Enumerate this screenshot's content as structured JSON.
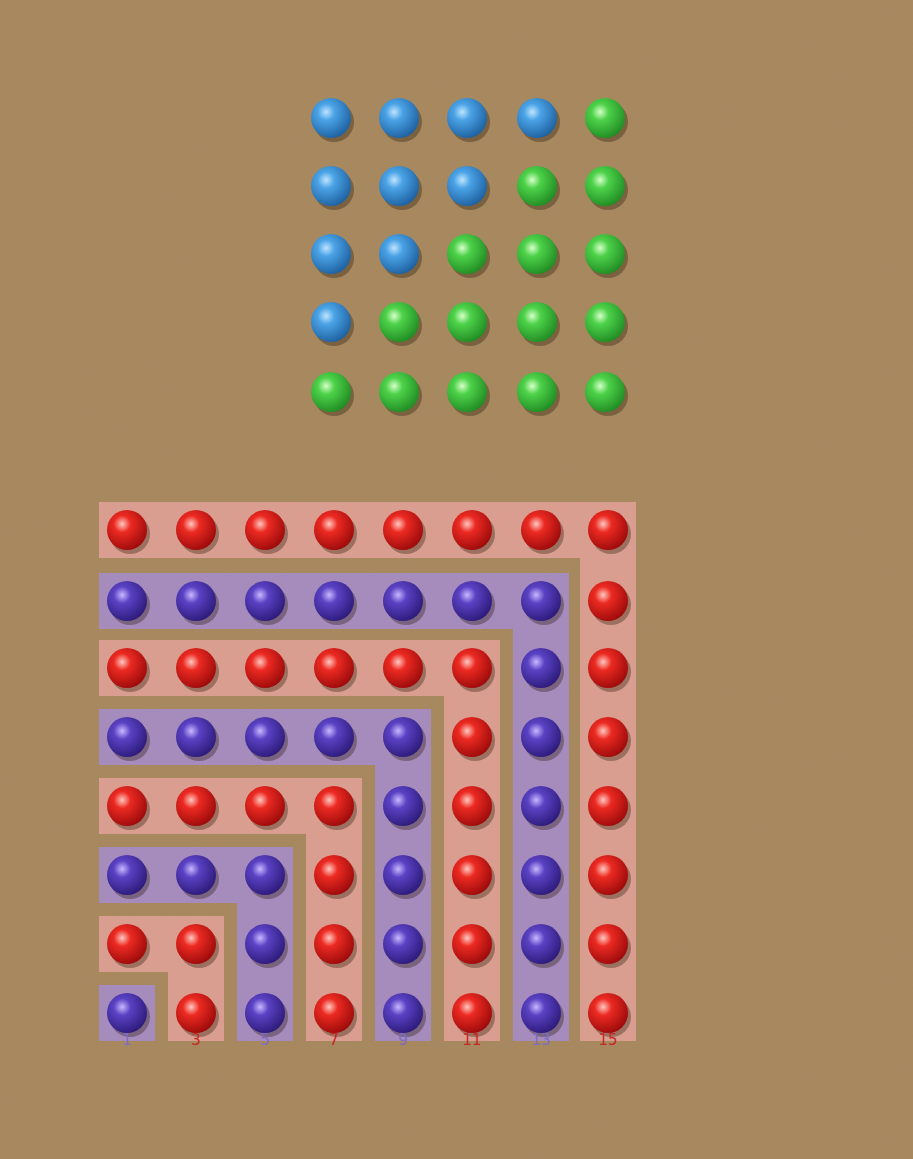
{
  "diagram": {
    "labels": [
      "1",
      "3",
      "5",
      "7",
      "9",
      "11",
      "13",
      "15"
    ]
  }
}
